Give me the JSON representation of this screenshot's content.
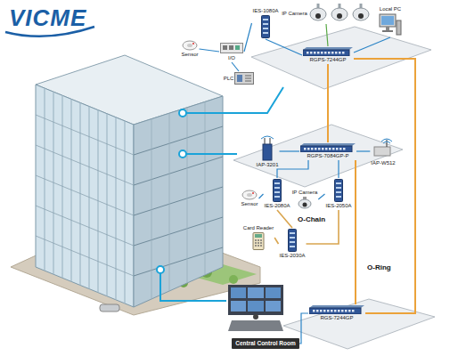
{
  "diagram": {
    "nodes": [
      {
        "text": [
          "IP Camera"
        ]
      },
      {
        "text": [
          "Local PC"
        ]
      },
      {
        "text": [
          "IES-1080A"
        ]
      },
      {
        "text": [
          "Sensor"
        ]
      },
      {
        "text": [
          "I/O"
        ]
      },
      {
        "text": [
          "RGPS-7244GP"
        ]
      },
      {
        "text": [
          "PLC"
        ]
      },
      {
        "text": [
          "IAP-3201"
        ]
      },
      {
        "text": [
          "RGPS-7084GP-P"
        ]
      },
      {
        "text": [
          "IAP-W512"
        ]
      },
      {
        "text": [
          "IP Camera"
        ]
      },
      {
        "text": [
          "Sensor"
        ]
      },
      {
        "text": [
          "IES-2080A"
        ]
      },
      {
        "text": [
          "IES-2050A"
        ]
      },
      {
        "text": [
          "Card Reader"
        ]
      },
      {
        "text": [
          "IES-2030A"
        ]
      },
      {
        "text": [
          "RGS-7244GP"
        ]
      },
      {
        "text": [
          "Central Control Room"
        ]
      }
    ],
    "edges": [
      {
        "from": 3,
        "to": 4,
        "arrow": "none"
      },
      {
        "from": 4,
        "to": 2,
        "arrow": "none"
      },
      {
        "from": 6,
        "to": 4,
        "arrow": "none"
      },
      {
        "from": 2,
        "to": 5,
        "arrow": "none"
      },
      {
        "from": 0,
        "to": 5,
        "arrow": "none"
      },
      {
        "from": 1,
        "to": 5,
        "arrow": "none"
      },
      {
        "from": 5,
        "to": 8,
        "arrow": "none"
      },
      {
        "from": 8,
        "to": 16,
        "arrow": "none"
      },
      {
        "from": 16,
        "to": 5,
        "arrow": "none"
      },
      {
        "from": 7,
        "to": 8,
        "arrow": "none"
      },
      {
        "from": 8,
        "to": 9,
        "arrow": "none"
      },
      {
        "from": 8,
        "to": 12,
        "arrow": "none"
      },
      {
        "from": 8,
        "to": 13,
        "arrow": "none"
      },
      {
        "from": 11,
        "to": 12,
        "arrow": "none"
      },
      {
        "from": 10,
        "to": 13,
        "arrow": "none"
      },
      {
        "from": 12,
        "to": 15,
        "arrow": "none"
      },
      {
        "from": 13,
        "to": 15,
        "arrow": "none"
      },
      {
        "from": 14,
        "to": 15,
        "arrow": "none"
      },
      {
        "from": 17,
        "to": 16,
        "arrow": "none"
      }
    ],
    "labels": [
      "VICME",
      "O-Chain",
      "O-Ring"
    ]
  }
}
